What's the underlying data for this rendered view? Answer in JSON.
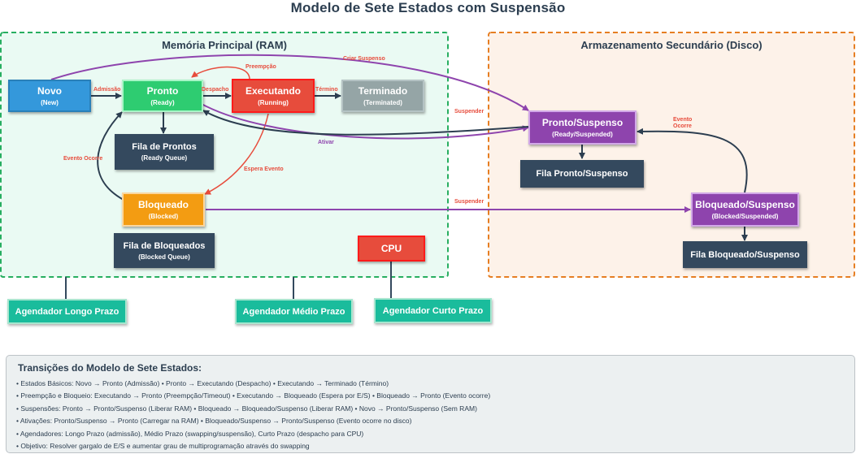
{
  "title": "Modelo de Sete Estados com Suspensão",
  "regions": {
    "ram": "Memória Principal (RAM)",
    "disk": "Armazenamento Secundário (Disco)"
  },
  "states": {
    "novo": {
      "name": "Novo",
      "sub": "(New)"
    },
    "pronto": {
      "name": "Pronto",
      "sub": "(Ready)"
    },
    "executando": {
      "name": "Executando",
      "sub": "(Running)"
    },
    "terminado": {
      "name": "Terminado",
      "sub": "(Terminated)"
    },
    "bloqueado": {
      "name": "Bloqueado",
      "sub": "(Blocked)"
    },
    "pronto_suspenso": {
      "name": "Pronto/Suspenso",
      "sub": "(Ready/Suspended)"
    },
    "bloqueado_suspenso": {
      "name": "Bloqueado/Suspenso",
      "sub": "(Blocked/Suspended)"
    }
  },
  "queues": {
    "prontos": {
      "name": "Fila de Prontos",
      "sub": "(Ready Queue)"
    },
    "bloqueados": {
      "name": "Fila de Bloqueados",
      "sub": "(Blocked Queue)"
    },
    "pronto_suspenso": {
      "name": "Fila Pronto/Suspenso"
    },
    "bloqueado_suspenso": {
      "name": "Fila Bloqueado/Suspenso"
    }
  },
  "cpu": "CPU",
  "schedulers": {
    "longo": "Agendador Longo Prazo",
    "medio": "Agendador Médio Prazo",
    "curto": "Agendador Curto Prazo"
  },
  "transitions": {
    "admissao": "Admissão",
    "despacho": "Despacho",
    "preempcao": "Preempção",
    "termino": "Término",
    "criar_suspenso": "Criar Suspenso",
    "suspender_1": "Suspender",
    "suspender_2": "Suspender",
    "ativar": "Ativar",
    "evento_ocorre": "Evento Ocorre",
    "espera_evento": "Espera Evento",
    "evento_ocorre_disco_1": "Evento",
    "evento_ocorre_disco_2": "Ocorre"
  },
  "legend": {
    "title": "Transições do Modelo de Sete Estados:",
    "items": [
      "• Estados Básicos: Novo → Pronto (Admissão) • Pronto → Executando (Despacho) • Executando → Terminado (Término)",
      "• Preempção e Bloqueio: Executando → Pronto (Preempção/Timeout) • Executando → Bloqueado (Espera por E/S) • Bloqueado → Pronto (Evento ocorre)",
      "• Suspensões: Pronto → Pronto/Suspenso (Liberar RAM) • Bloqueado → Bloqueado/Suspenso (Liberar RAM) • Novo → Pronto/Suspenso (Sem RAM)",
      "• Ativações: Pronto/Suspenso → Pronto (Carregar na RAM) • Bloqueado/Suspenso → Pronto/Suspenso (Evento ocorre no disco)",
      "• Agendadores: Longo Prazo (admissão), Médio Prazo (swapping/suspensão), Curto Prazo (despacho para CPU)",
      "• Objetivo: Resolver gargalo de E/S e aumentar grau de multiprogramação através do swapping"
    ]
  },
  "colors": {
    "novo": "#3498db",
    "pronto": "#2ecc71",
    "executando": "#e74c3c",
    "terminado": "#95a5a6",
    "bloqueado": "#f39c12",
    "suspenso": "#8e44ad",
    "queue": "#34495e",
    "scheduler": "#1abc9c",
    "ram_border": "#27ae60",
    "disk_border": "#e67e22"
  }
}
